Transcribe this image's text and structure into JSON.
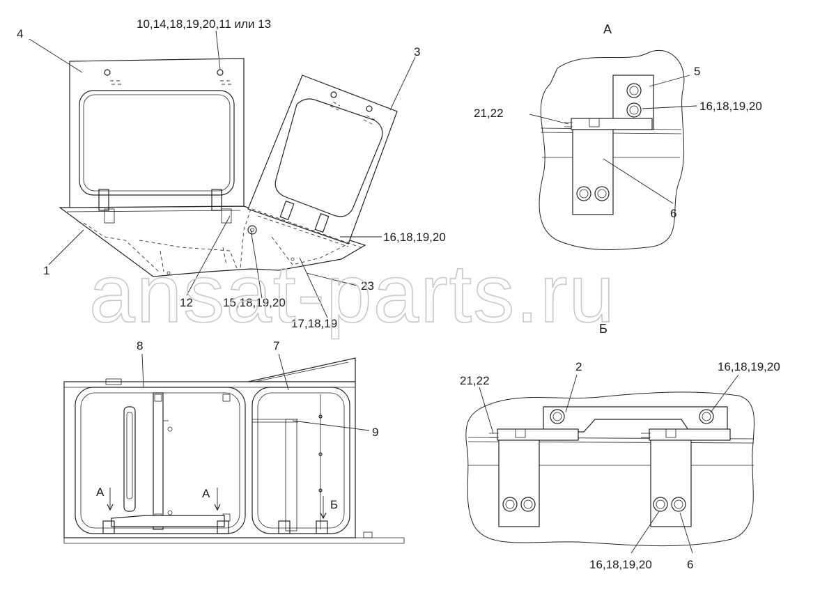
{
  "labels": {
    "top_fasteners": "10,14,18,19,20,11 или 13",
    "part_4": "4",
    "part_3": "3",
    "part_1": "1",
    "part_12": "12",
    "fasteners_15": "15,18,19,20",
    "fasteners_17": "17,18,19",
    "part_23": "23",
    "fasteners_16_left": "16,18,19,20",
    "view_a_title": "А",
    "view_a_part_5": "5",
    "view_a_fasteners_16": "16,18,19,20",
    "view_a_fasteners_21": "21,22",
    "view_a_part_6": "6",
    "view_b_title": "Б",
    "view_b_part_2": "2",
    "view_b_fasteners_21": "21,22",
    "view_b_fasteners_16_top": "16,18,19,20",
    "view_b_fasteners_16_bottom": "16,18,19,20",
    "view_b_part_6": "6",
    "front_part_8": "8",
    "front_part_7": "7",
    "front_part_9": "9",
    "front_arrow_a1": "А",
    "front_arrow_a2": "А",
    "front_arrow_b": "Б"
  },
  "watermark": "ansat-parts.ru"
}
